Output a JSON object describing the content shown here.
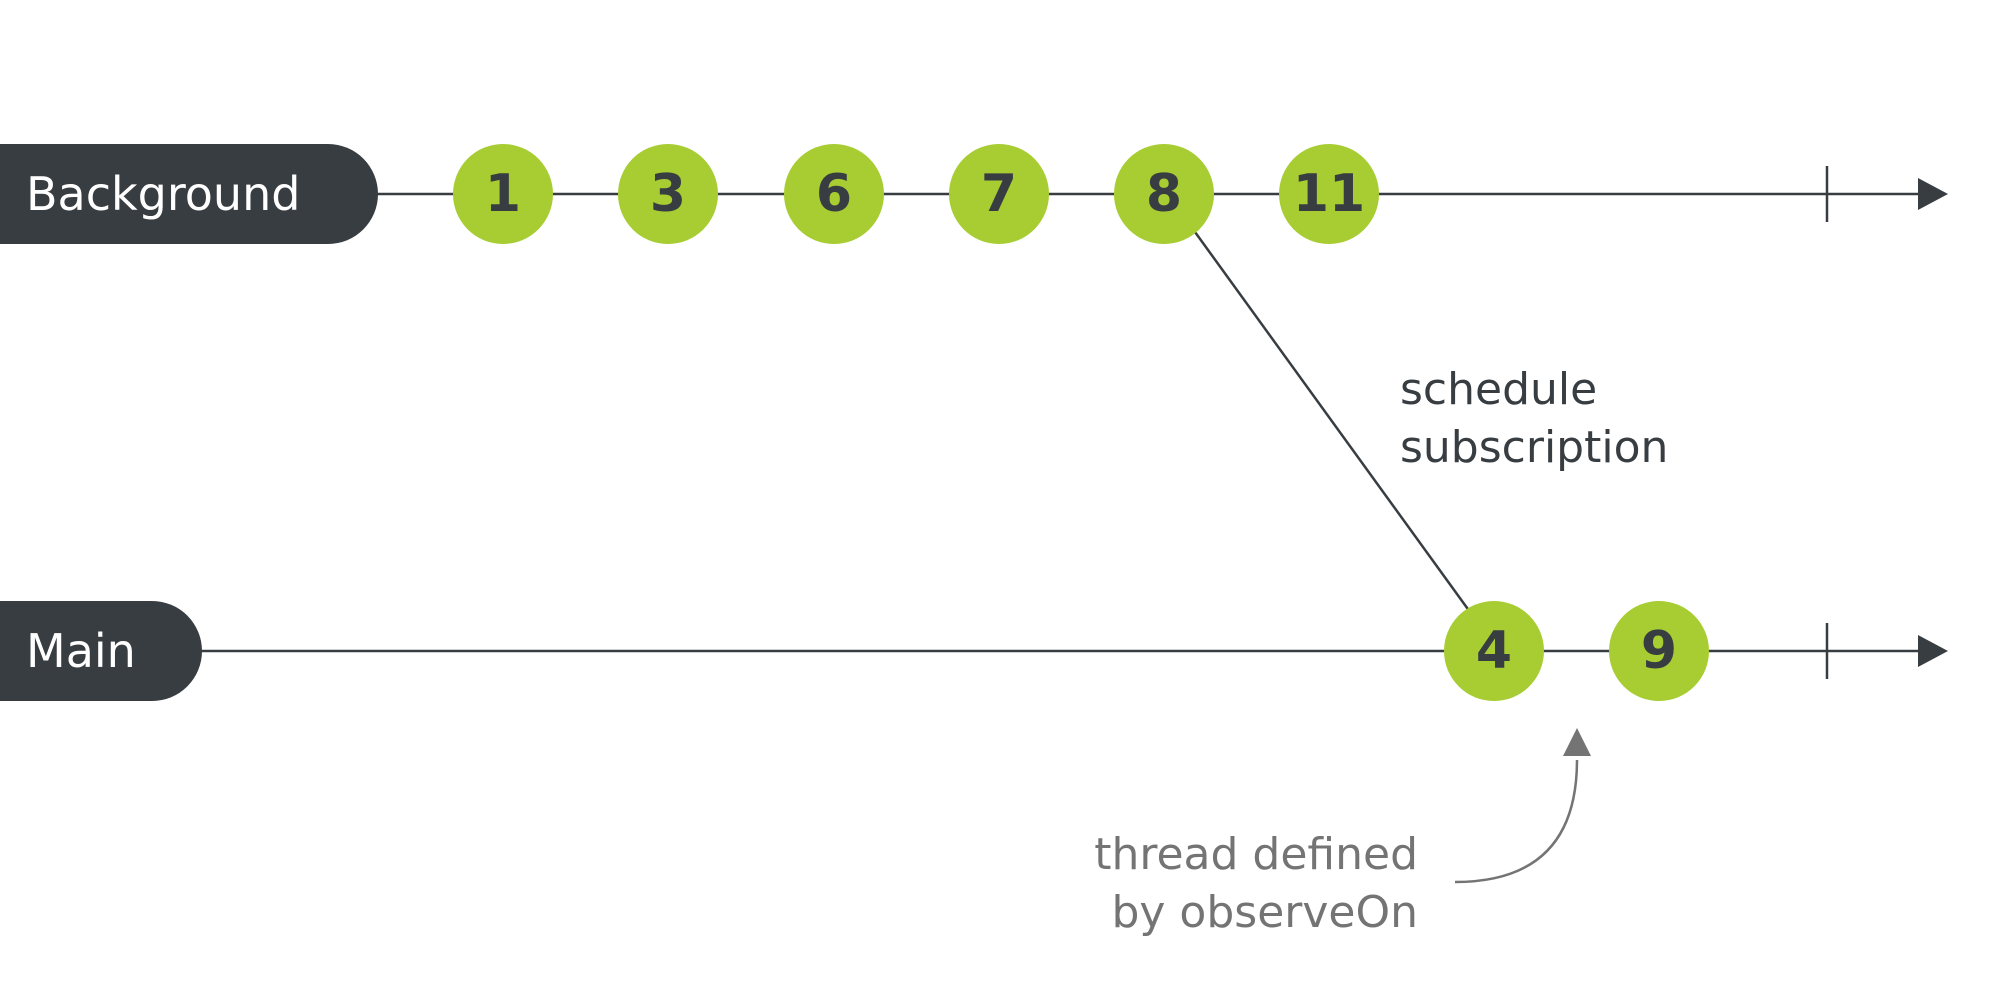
{
  "lanes": [
    {
      "id": "background",
      "label": "Background"
    },
    {
      "id": "main",
      "label": "Main"
    }
  ],
  "background_events": [
    "1",
    "3",
    "6",
    "7",
    "8",
    "11"
  ],
  "main_events": [
    "4",
    "9"
  ],
  "annotations": {
    "schedule": [
      "schedule",
      "subscription"
    ],
    "observe": [
      "thread defined",
      "by observeOn"
    ]
  },
  "colors": {
    "event_fill": "#a7cd32",
    "event_text": "#383d42",
    "lane_label_bg": "#383d42",
    "line": "#383d42",
    "annotation_grey": "#747474"
  }
}
